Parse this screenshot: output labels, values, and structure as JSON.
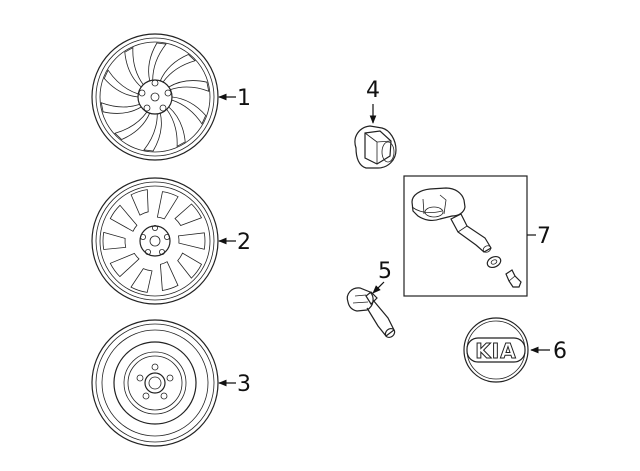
{
  "callouts": [
    {
      "id": "1",
      "label": "1"
    },
    {
      "id": "2",
      "label": "2"
    },
    {
      "id": "3",
      "label": "3"
    },
    {
      "id": "4",
      "label": "4"
    },
    {
      "id": "5",
      "label": "5"
    },
    {
      "id": "6",
      "label": "6"
    },
    {
      "id": "7",
      "label": "7"
    }
  ],
  "emblem": {
    "text": "KIA"
  }
}
